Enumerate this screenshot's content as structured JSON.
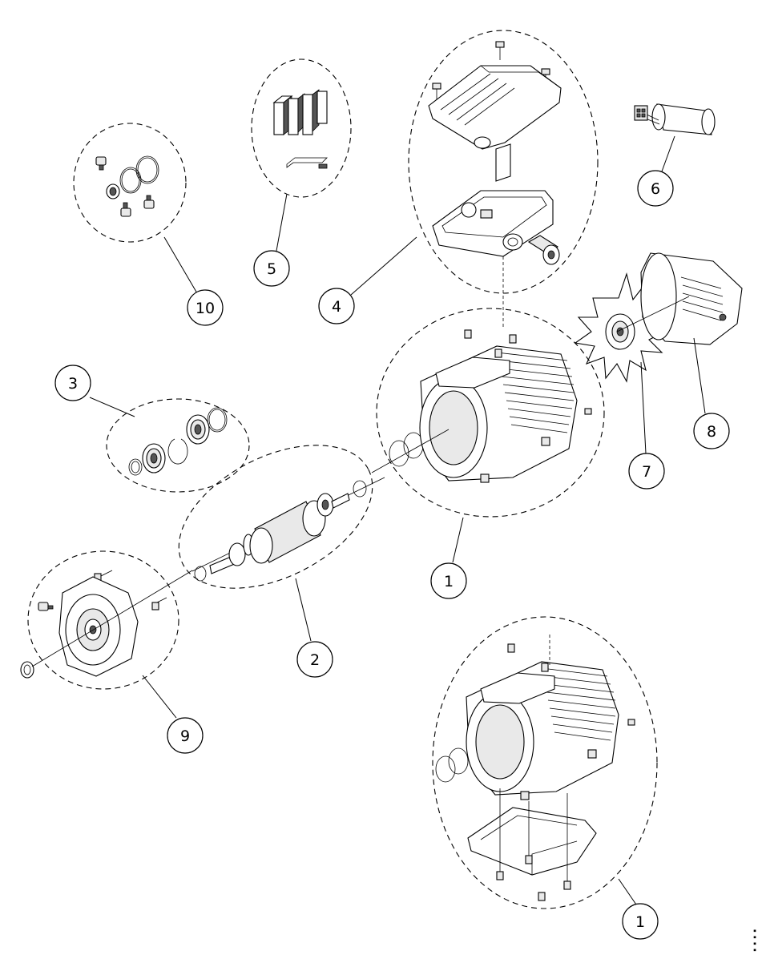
{
  "callouts": [
    {
      "label": "1"
    },
    {
      "label": "1"
    },
    {
      "label": "2"
    },
    {
      "label": "3"
    },
    {
      "label": "4"
    },
    {
      "label": "5"
    },
    {
      "label": "6"
    },
    {
      "label": "7"
    },
    {
      "label": "8"
    },
    {
      "label": "9"
    },
    {
      "label": "10"
    }
  ],
  "side_code": "▪▪▪▪"
}
